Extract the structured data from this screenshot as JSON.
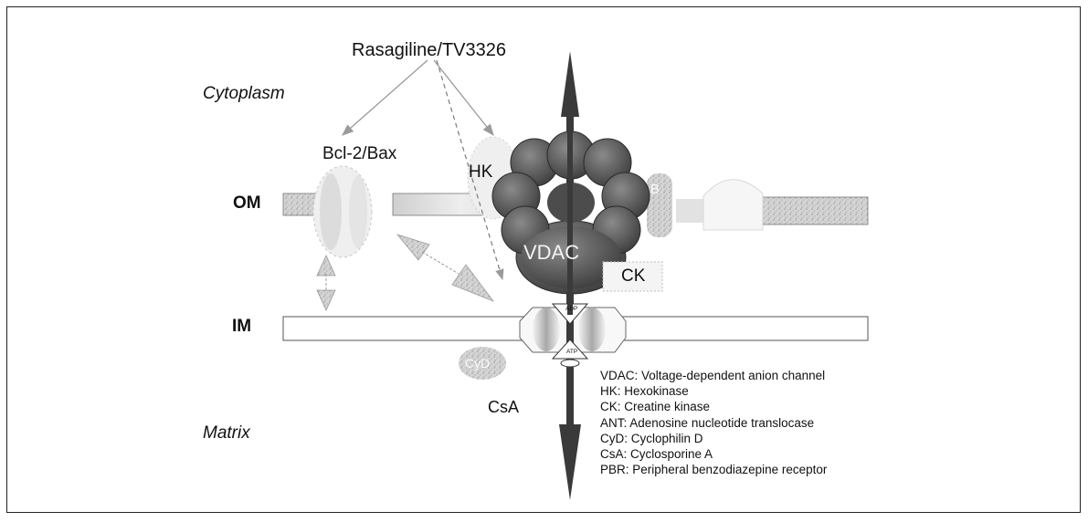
{
  "title": "Rasagiline/TV3326",
  "compartments": {
    "cytoplasm": "Cytoplasm",
    "matrix": "Matrix"
  },
  "membranes": {
    "outer": "OM",
    "inner": "IM"
  },
  "proteins": {
    "bcl2_bax": "Bcl-2/Bax",
    "hk": "HK",
    "vdac": "VDAC",
    "ck": "CK",
    "csa": "CsA",
    "cyd": "CyD",
    "pbr_partial": "B",
    "adp": "ADP",
    "atp": "ATP"
  },
  "legend": [
    "VDAC: Voltage-dependent anion channel",
    "HK: Hexokinase",
    "CK: Creatine kinase",
    "ANT: Adenosine nucleotide translocase",
    "CyD: Cyclophilin D",
    "CsA: Cyclosporine A",
    "PBR: Peripheral benzodiazepine receptor"
  ]
}
